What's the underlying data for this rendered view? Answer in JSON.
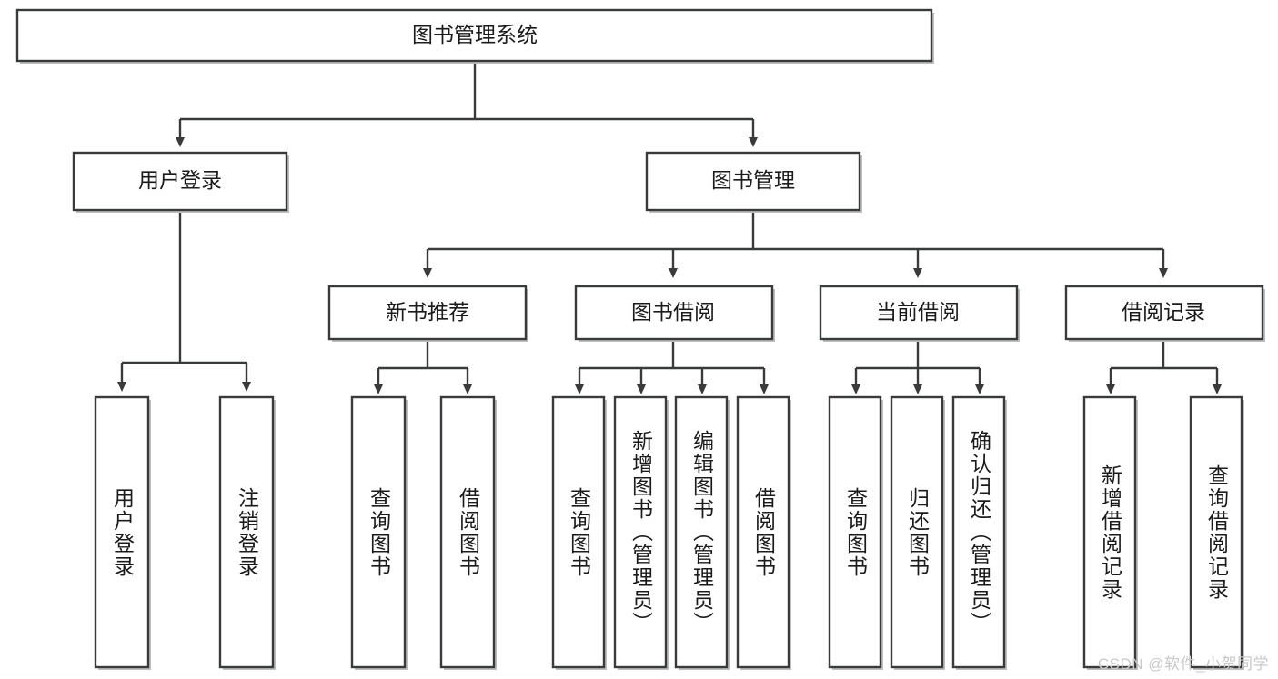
{
  "diagram": {
    "title_node": {
      "label": "图书管理系统"
    },
    "level2": [
      {
        "id": "user-login",
        "label": "用户登录"
      },
      {
        "id": "book-management",
        "label": "图书管理"
      }
    ],
    "level3": [
      {
        "id": "new-book-recommend",
        "label": "新书推荐"
      },
      {
        "id": "book-borrow",
        "label": "图书借阅"
      },
      {
        "id": "current-borrow",
        "label": "当前借阅"
      },
      {
        "id": "borrow-record",
        "label": "借阅记录"
      }
    ],
    "leaves": [
      {
        "id": "leaf-user-login",
        "label": "用户登录",
        "parent": "user-login"
      },
      {
        "id": "leaf-user-logout",
        "label": "注销登录",
        "parent": "user-login"
      },
      {
        "id": "leaf-query-book-1",
        "label": "查询图书",
        "parent": "new-book-recommend"
      },
      {
        "id": "leaf-borrow-book-1",
        "label": "借阅图书",
        "parent": "new-book-recommend"
      },
      {
        "id": "leaf-query-book-2",
        "label": "查询图书",
        "parent": "book-borrow"
      },
      {
        "id": "leaf-add-book",
        "label": "新增图书（管理员）",
        "parent": "book-borrow"
      },
      {
        "id": "leaf-edit-book",
        "label": "编辑图书（管理员）",
        "parent": "book-borrow"
      },
      {
        "id": "leaf-borrow-book-2",
        "label": "借阅图书",
        "parent": "book-borrow"
      },
      {
        "id": "leaf-query-book-3",
        "label": "查询图书",
        "parent": "current-borrow"
      },
      {
        "id": "leaf-return-book",
        "label": "归还图书",
        "parent": "current-borrow"
      },
      {
        "id": "leaf-confirm-return",
        "label": "确认归还（管理员）",
        "parent": "current-borrow"
      },
      {
        "id": "leaf-add-record",
        "label": "新增借阅记录",
        "parent": "borrow-record"
      },
      {
        "id": "leaf-query-record",
        "label": "查询借阅记录",
        "parent": "borrow-record"
      }
    ],
    "colors": {
      "stroke": "#393a3c",
      "fill": "#ffffff",
      "text": "#1b1b1b",
      "shadow": "#bfbfbf",
      "watermark": "#c9c9c9"
    }
  },
  "watermark": {
    "text": "CSDN @软件_小贺同学"
  }
}
